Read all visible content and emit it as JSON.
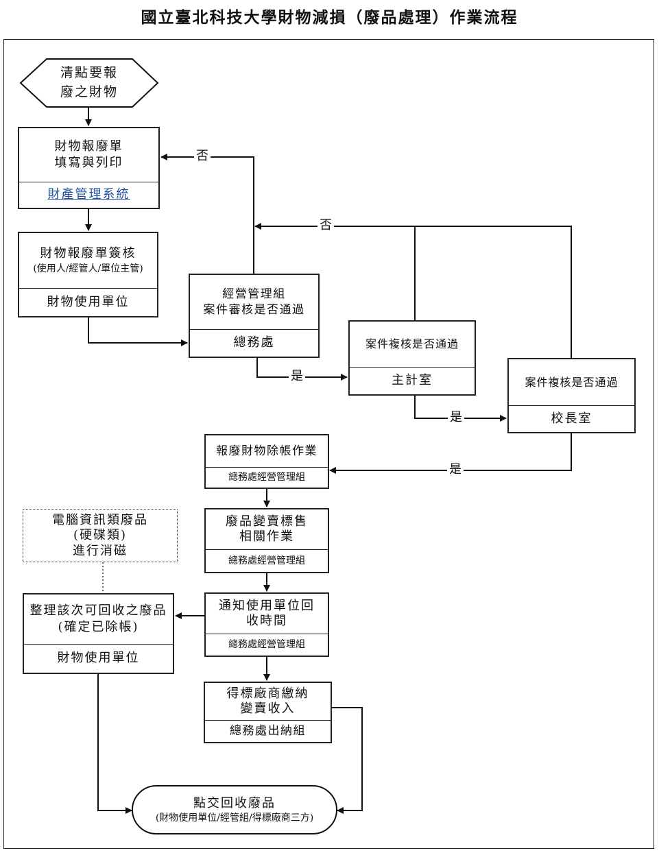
{
  "title": "國立臺北科技大學財物減損（廢品處理）作業流程",
  "start": {
    "line1": "清點要報",
    "line2": "廢之財物"
  },
  "fill_form": {
    "line1": "財物報廢單",
    "line2": "填寫與列印",
    "system_link": "財產管理系統"
  },
  "sign": {
    "title": "財物報廢單簽核",
    "sub": "(使用人/經管人/單位主管)",
    "unit": "財物使用單位"
  },
  "review": {
    "line1": "經營管理組",
    "line2": "案件審核是否通過",
    "unit": "總務處"
  },
  "accounting": {
    "title": "案件複核是否通過",
    "unit": "主計室"
  },
  "president": {
    "title": "案件複核是否通過",
    "unit": "校長室"
  },
  "writeoff": {
    "title": "報廢財物除帳作業",
    "unit": "總務處經營管理組"
  },
  "sale": {
    "line1": "廢品變賣標售",
    "line2": "相關作業",
    "unit": "總務處經營管理組"
  },
  "notify": {
    "line1": "通知使用單位回",
    "line2": "收時間",
    "unit": "總務處經營管理組"
  },
  "payment": {
    "line1": "得標廠商繳納",
    "line2": "變賣收入",
    "unit": "總務處出納組"
  },
  "degauss": {
    "line1": "電腦資訊類廢品",
    "line2": "(硬碟類)",
    "line3": "進行消磁"
  },
  "organize": {
    "line1": "整理該次可回收之廢品",
    "line2": "(確定已除帳)",
    "unit": "財物使用單位"
  },
  "end": {
    "title": "點交回收廢品",
    "sub": "(財物使用單位/經管組/得標廠商三方)"
  },
  "labels": {
    "no": "否",
    "yes": "是"
  }
}
